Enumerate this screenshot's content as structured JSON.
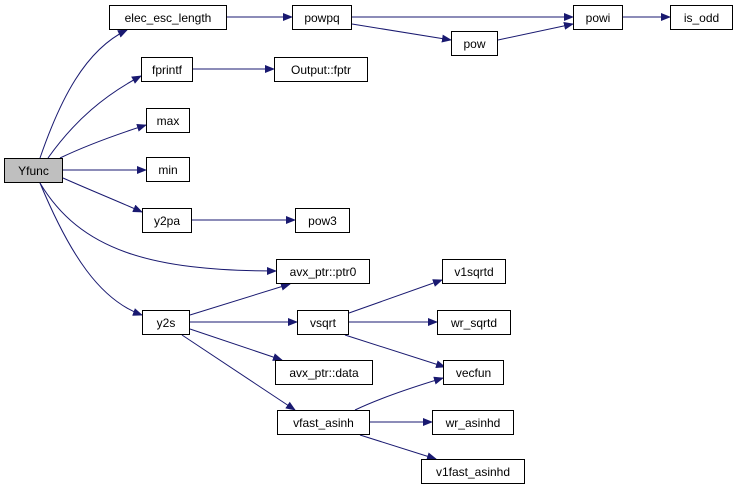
{
  "colors": {
    "edge": "#191970",
    "root_fill": "#bfbfbf",
    "node_fill": "#ffffff",
    "node_border": "#000000"
  },
  "nodes": {
    "yfunc": "Yfunc",
    "elec_esc_length": "elec_esc_length",
    "fprintf": "fprintf",
    "max": "max",
    "min": "min",
    "y2pa": "y2pa",
    "avx_ptr_ptr0": "avx_ptr::ptr0",
    "y2s": "y2s",
    "powpq": "powpq",
    "output_fptr": "Output::fptr",
    "pow3": "pow3",
    "vsqrt": "vsqrt",
    "avx_ptr_data": "avx_ptr::data",
    "vfast_asinh": "vfast_asinh",
    "pow": "pow",
    "powi": "powi",
    "is_odd": "is_odd",
    "v1sqrtd": "v1sqrtd",
    "wr_sqrtd": "wr_sqrtd",
    "vecfun": "vecfun",
    "wr_asinhd": "wr_asinhd",
    "v1fast_asinhd": "v1fast_asinhd"
  },
  "edges": [
    [
      "yfunc",
      "elec_esc_length"
    ],
    [
      "yfunc",
      "fprintf"
    ],
    [
      "yfunc",
      "max"
    ],
    [
      "yfunc",
      "min"
    ],
    [
      "yfunc",
      "y2pa"
    ],
    [
      "yfunc",
      "avx_ptr_ptr0"
    ],
    [
      "yfunc",
      "y2s"
    ],
    [
      "elec_esc_length",
      "powpq"
    ],
    [
      "powpq",
      "powi"
    ],
    [
      "powpq",
      "pow"
    ],
    [
      "pow",
      "powi"
    ],
    [
      "powi",
      "is_odd"
    ],
    [
      "fprintf",
      "output_fptr"
    ],
    [
      "y2pa",
      "pow3"
    ],
    [
      "y2s",
      "avx_ptr_ptr0"
    ],
    [
      "y2s",
      "vsqrt"
    ],
    [
      "y2s",
      "avx_ptr_data"
    ],
    [
      "y2s",
      "vfast_asinh"
    ],
    [
      "vsqrt",
      "v1sqrtd"
    ],
    [
      "vsqrt",
      "wr_sqrtd"
    ],
    [
      "vsqrt",
      "vecfun"
    ],
    [
      "vfast_asinh",
      "vecfun"
    ],
    [
      "vfast_asinh",
      "wr_asinhd"
    ],
    [
      "vfast_asinh",
      "v1fast_asinhd"
    ]
  ]
}
